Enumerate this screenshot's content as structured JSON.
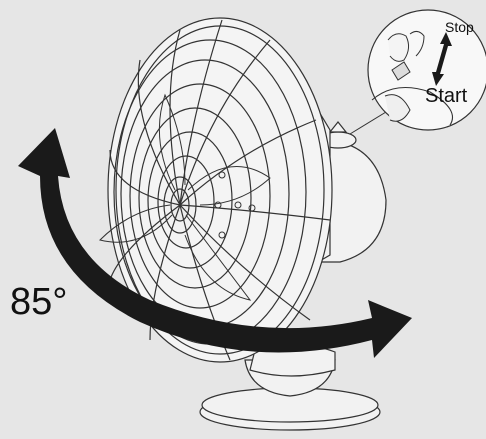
{
  "diagram": {
    "angle_label": "85°",
    "stop_label": "Stop",
    "start_label": "Start",
    "colors": {
      "background": "#e6e6e6",
      "line": "#333333",
      "fan_fill": "#f2f2f2",
      "arrow": "#1a1a1a"
    },
    "icons": {
      "oscillation_arrow": "curved-double-arrow",
      "knob_arrow": "up-down-arrow"
    }
  }
}
